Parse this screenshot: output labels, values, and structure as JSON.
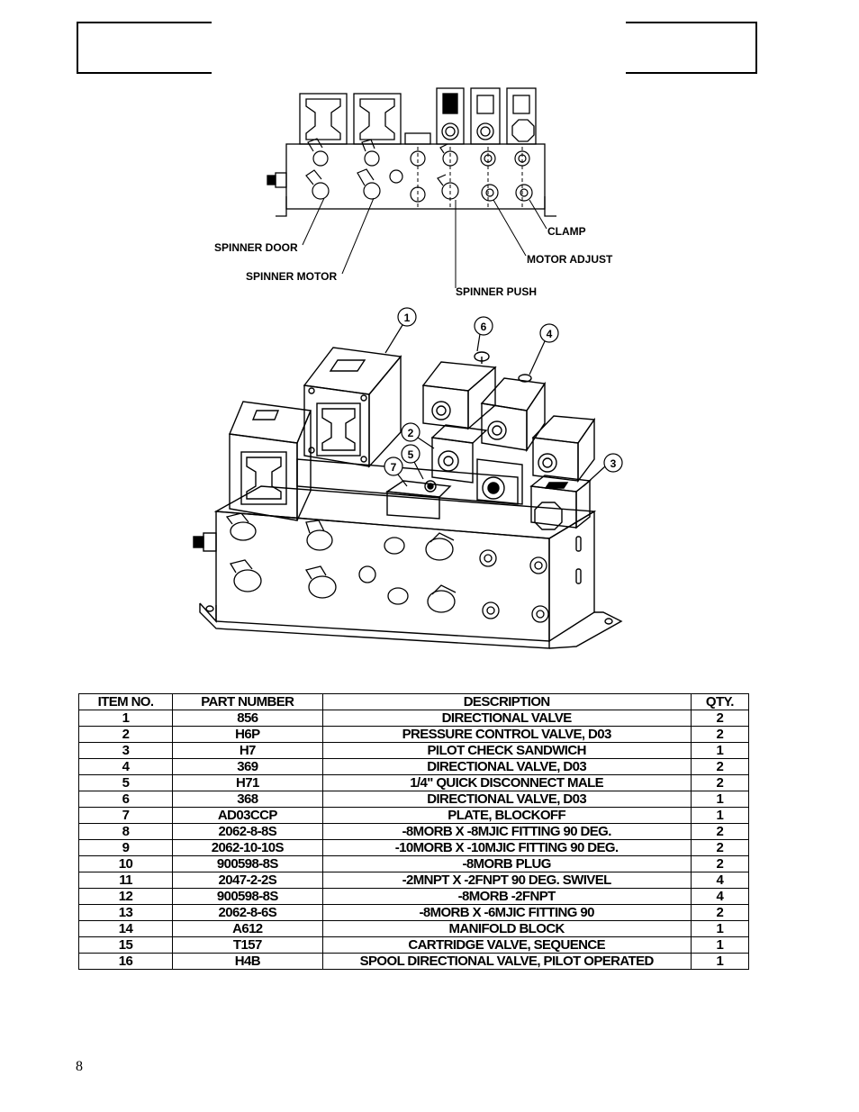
{
  "top_view": {
    "labels": {
      "spinner_door": "SPINNER DOOR",
      "spinner_motor": "SPINNER MOTOR",
      "spinner_push": "SPINNER PUSH",
      "clamp": "CLAMP",
      "motor_adjust": "MOTOR ADJUST"
    }
  },
  "iso_view": {
    "callouts": [
      "1",
      "2",
      "3",
      "4",
      "5",
      "6",
      "7"
    ]
  },
  "parts_table": {
    "headers": {
      "item_no": "ITEM NO.",
      "part_number": "PART NUMBER",
      "description": "DESCRIPTION",
      "qty": "QTY."
    },
    "rows": [
      {
        "item": "1",
        "part": "856",
        "desc": "DIRECTIONAL VALVE",
        "qty": "2"
      },
      {
        "item": "2",
        "part": "H6P",
        "desc": "PRESSURE CONTROL VALVE, D03",
        "qty": "2"
      },
      {
        "item": "3",
        "part": "H7",
        "desc": "PILOT CHECK SANDWICH",
        "qty": "1"
      },
      {
        "item": "4",
        "part": "369",
        "desc": "DIRECTIONAL VALVE, D03",
        "qty": "2"
      },
      {
        "item": "5",
        "part": "H71",
        "desc": "1/4\" QUICK DISCONNECT MALE",
        "qty": "2"
      },
      {
        "item": "6",
        "part": "368",
        "desc": "DIRECTIONAL VALVE, D03",
        "qty": "1"
      },
      {
        "item": "7",
        "part": "AD03CCP",
        "desc": "PLATE, BLOCKOFF",
        "qty": "1"
      },
      {
        "item": "8",
        "part": "2062-8-8S",
        "desc": "-8MORB X -8MJIC FITTING 90 DEG.",
        "qty": "2"
      },
      {
        "item": "9",
        "part": "2062-10-10S",
        "desc": "-10MORB X -10MJIC FITTING 90 DEG.",
        "qty": "2"
      },
      {
        "item": "10",
        "part": "900598-8S",
        "desc": "-8MORB PLUG",
        "qty": "2"
      },
      {
        "item": "11",
        "part": "2047-2-2S",
        "desc": "-2MNPT X -2FNPT 90 DEG. SWIVEL",
        "qty": "4"
      },
      {
        "item": "12",
        "part": "900598-8S",
        "desc": "-8MORB -2FNPT",
        "qty": "4"
      },
      {
        "item": "13",
        "part": "2062-8-6S",
        "desc": "-8MORB X -6MJIC FITTING 90",
        "qty": "2"
      },
      {
        "item": "14",
        "part": "A612",
        "desc": "MANIFOLD BLOCK",
        "qty": "1"
      },
      {
        "item": "15",
        "part": "T157",
        "desc": "CARTRIDGE VALVE, SEQUENCE",
        "qty": "1"
      },
      {
        "item": "16",
        "part": "H4B",
        "desc": "SPOOL DIRECTIONAL VALVE, PILOT OPERATED",
        "qty": "1"
      }
    ]
  },
  "page_number": "8"
}
